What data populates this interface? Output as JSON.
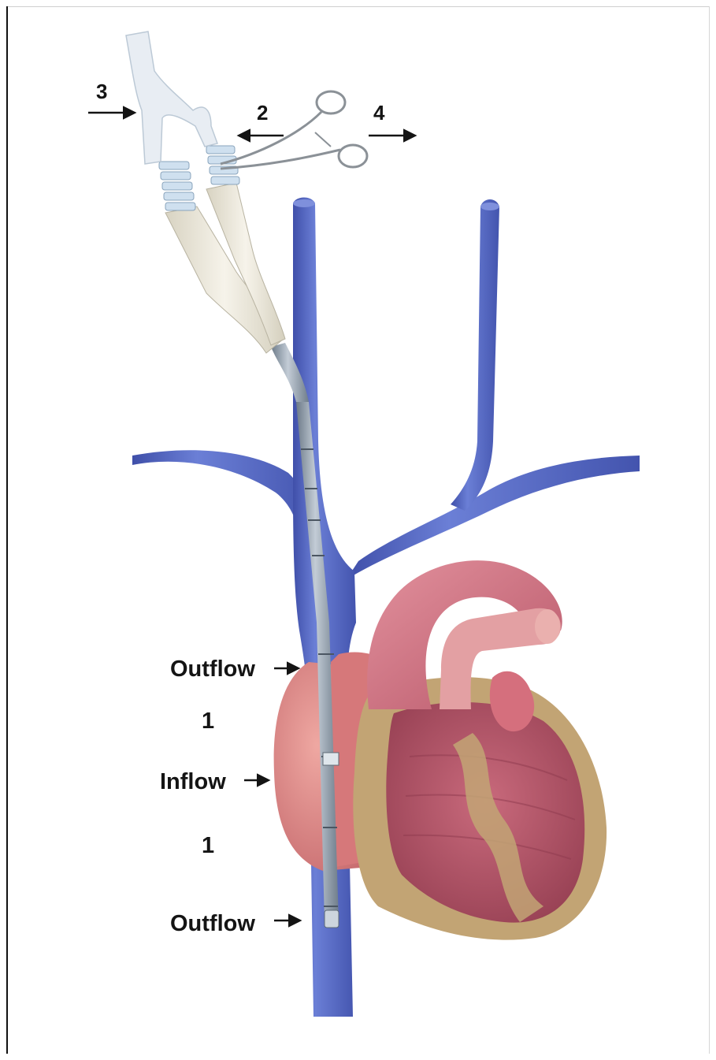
{
  "figure": {
    "step_labels": {
      "three": "3",
      "two": "2",
      "four": "4"
    },
    "side_labels": {
      "outflow_top": "Outflow",
      "gap_top": "1",
      "inflow": "Inflow",
      "gap_bottom": "1",
      "outflow_bottom": "Outflow"
    }
  },
  "colors": {
    "vein": "#5a6ec9",
    "vein_dark": "#3f50a8",
    "aorta": "#d9808f",
    "atrium": "#de8a88",
    "muscle": "#b45669",
    "fat": "#bfa274",
    "catheter": "#8f9eae",
    "connector": "#efeadb"
  }
}
